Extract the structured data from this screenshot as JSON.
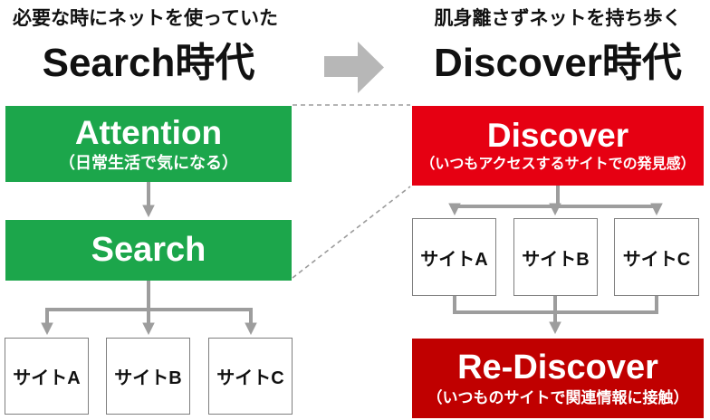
{
  "colors": {
    "green": "#1ca64b",
    "red": "#e60012",
    "dark_red": "#c00000",
    "connector": "#9d9d9d",
    "big_arrow": "#b7b7b7",
    "dashed_line": "#9b9b9b",
    "site_box_border": "#7f7f7f",
    "text": "#111111",
    "background": "#ffffff"
  },
  "left": {
    "caption": "必要な時にネットを使っていた",
    "era_title": "Search時代",
    "attention": {
      "title": "Attention",
      "subtitle": "（日常生活で気になる）"
    },
    "search": {
      "title": "Search"
    },
    "sites": [
      "サイトA",
      "サイトB",
      "サイトC"
    ]
  },
  "right": {
    "caption": "肌身離さずネットを持ち歩く",
    "era_title": "Discover時代",
    "discover": {
      "title": "Discover",
      "subtitle": "（いつもアクセスするサイトでの発見感）"
    },
    "sites": [
      "サイトA",
      "サイトB",
      "サイトC"
    ],
    "rediscover": {
      "title": "Re-Discover",
      "subtitle": "（いつものサイトで関連情報に接触）"
    }
  },
  "icons": {
    "era_transition_arrow": "right-block-arrow",
    "flow_arrow": "down-arrow",
    "link_line": "dashed-connector"
  }
}
